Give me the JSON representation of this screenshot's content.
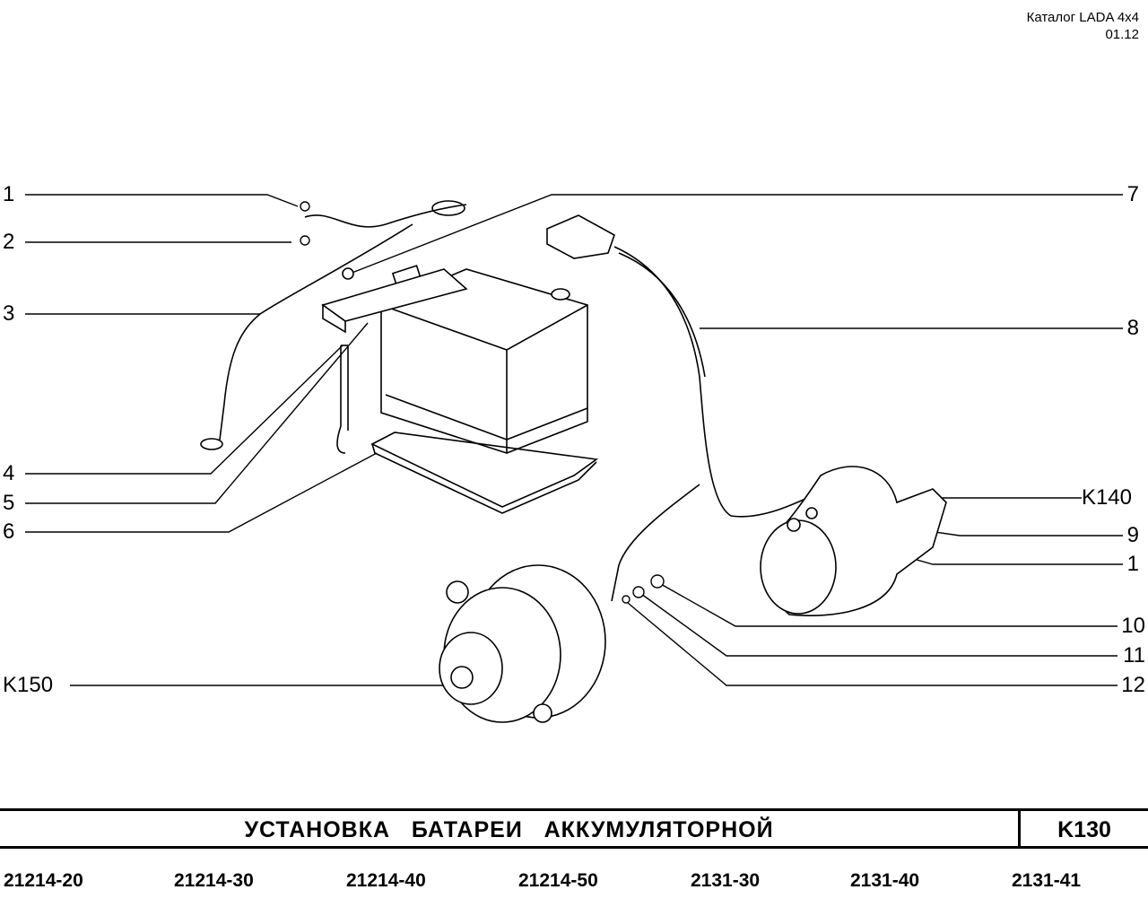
{
  "header": {
    "catalog": "Каталог LADA 4x4",
    "date": "01.12"
  },
  "callouts_left": [
    "1",
    "2",
    "3",
    "4",
    "5",
    "6",
    "K150"
  ],
  "callouts_right": [
    "7",
    "8",
    "K140",
    "9",
    "1",
    "10",
    "11",
    "12"
  ],
  "title": "УСТАНОВКА   БАТАРЕИ   АККУМУЛЯТОРНОЙ",
  "section_code": "K130",
  "models": [
    "21214-20",
    "21214-30",
    "21214-40",
    "21214-50",
    "2131-30",
    "2131-40",
    "2131-41"
  ]
}
